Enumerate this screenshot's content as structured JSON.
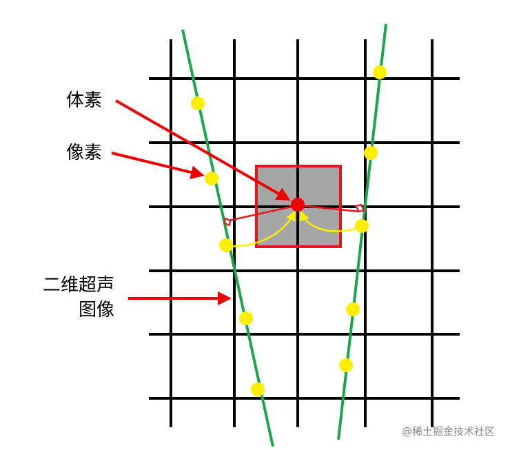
{
  "labels": {
    "voxel": "体素",
    "pixel": "像素",
    "ultrasound_image": "二维超声\n图像"
  },
  "watermark": "@稀土掘金技术社区",
  "colors": {
    "grid": "#000000",
    "scan_line": "#1aa64b",
    "pixel": "#ffee00",
    "voxel": "#ee0000",
    "voxel_cell_fill": "#a6a6a6",
    "voxel_cell_border": "#e8141b",
    "arrow": "#ee0000",
    "projection": "#e8141b",
    "interp_arrow": "#ffee00",
    "watermark": "#8a8a8a"
  }
}
